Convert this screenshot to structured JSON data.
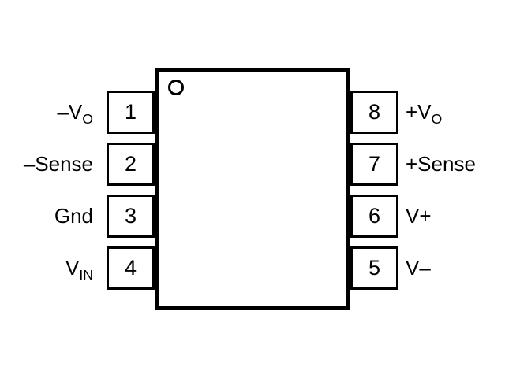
{
  "diagram": {
    "type": "ic-pinout",
    "package": {
      "pin1_indicator": "circle-dot"
    },
    "colors": {
      "line": "#000000",
      "background": "#ffffff",
      "text": "#000000"
    },
    "left_pins": [
      {
        "number": "1",
        "label": "–V",
        "sub": "O"
      },
      {
        "number": "2",
        "label": "–Sense",
        "sub": ""
      },
      {
        "number": "3",
        "label": "Gnd",
        "sub": ""
      },
      {
        "number": "4",
        "label": "V",
        "sub": "IN"
      }
    ],
    "right_pins": [
      {
        "number": "8",
        "label": "+V",
        "sub": "O"
      },
      {
        "number": "7",
        "label": "+Sense",
        "sub": ""
      },
      {
        "number": "6",
        "label": "V+",
        "sub": ""
      },
      {
        "number": "5",
        "label": "V–",
        "sub": ""
      }
    ]
  }
}
